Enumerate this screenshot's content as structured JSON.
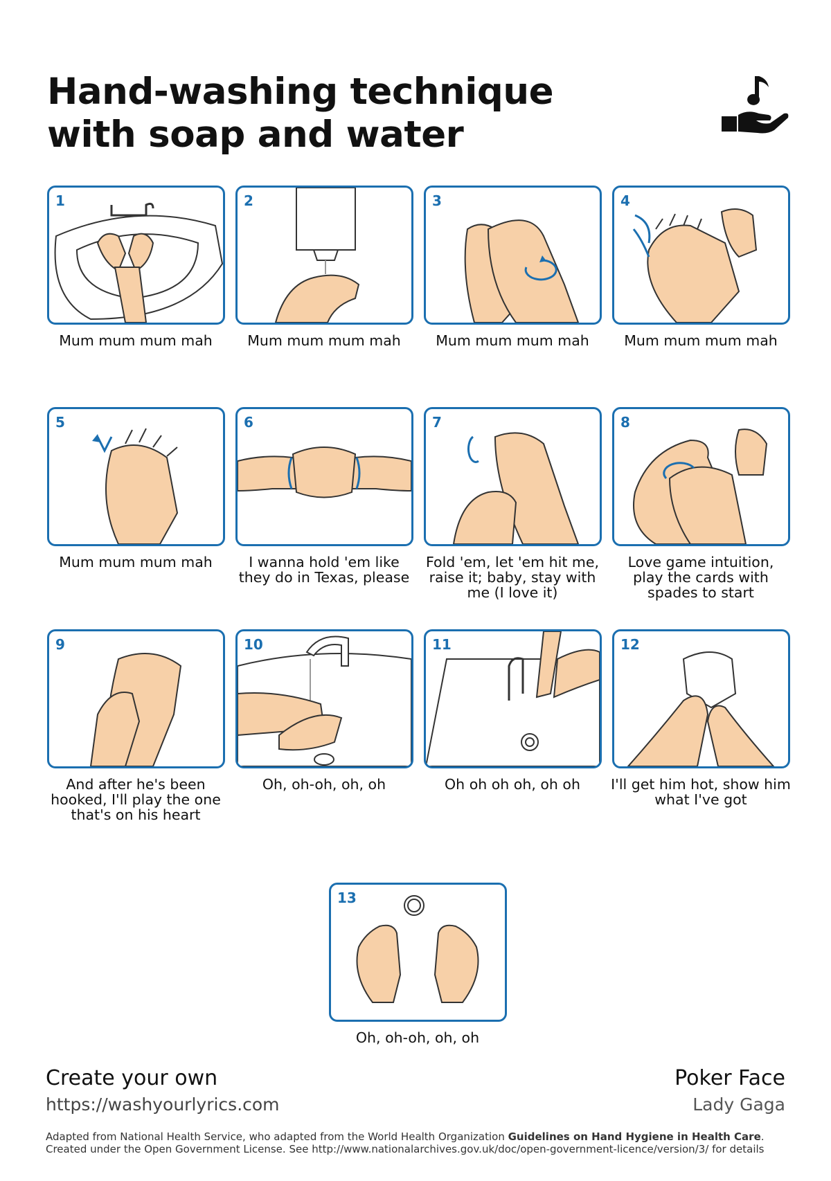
{
  "title": {
    "line1": "Hand-washing technique",
    "line2": "with soap and water"
  },
  "logo_icon": "music-note-hand-icon",
  "accent_color": "#1b6fb0",
  "skin_color": "#f7d0a8",
  "steps": [
    {
      "number": "1",
      "caption": "Mum mum mum mah"
    },
    {
      "number": "2",
      "caption": "Mum mum mum mah"
    },
    {
      "number": "3",
      "caption": "Mum mum mum mah"
    },
    {
      "number": "4",
      "caption": "Mum mum mum mah"
    },
    {
      "number": "5",
      "caption": "Mum mum mum mah"
    },
    {
      "number": "6",
      "caption": "I wanna hold 'em like they do in Texas, please"
    },
    {
      "number": "7",
      "caption": "Fold 'em, let 'em hit me, raise it; baby, stay with me (I love it)"
    },
    {
      "number": "8",
      "caption": "Love game intuition, play the cards with spades to start"
    },
    {
      "number": "9",
      "caption": "And after he's been hooked, I'll play the one that's on his heart"
    },
    {
      "number": "10",
      "caption": "Oh, oh-oh, oh, oh"
    },
    {
      "number": "11",
      "caption": "Oh oh oh oh, oh oh"
    },
    {
      "number": "12",
      "caption": "I'll get him hot, show him what I've got"
    },
    {
      "number": "13",
      "caption": "Oh, oh-oh, oh, oh"
    }
  ],
  "footer": {
    "create_text": "Create your own",
    "url": "https://washyourlyrics.com",
    "song_title": "Poker Face",
    "artist": "Lady Gaga"
  },
  "credits": {
    "adapted_prefix": "Adapted from National Health Service, who adapted from the World Health Organization ",
    "guidelines": "Guidelines on Hand Hygiene in Health Care",
    "period": ".",
    "license": "Created under the Open Government License. See http://www.nationalarchives.gov.uk/doc/open-government-licence/version/3/ for details"
  }
}
